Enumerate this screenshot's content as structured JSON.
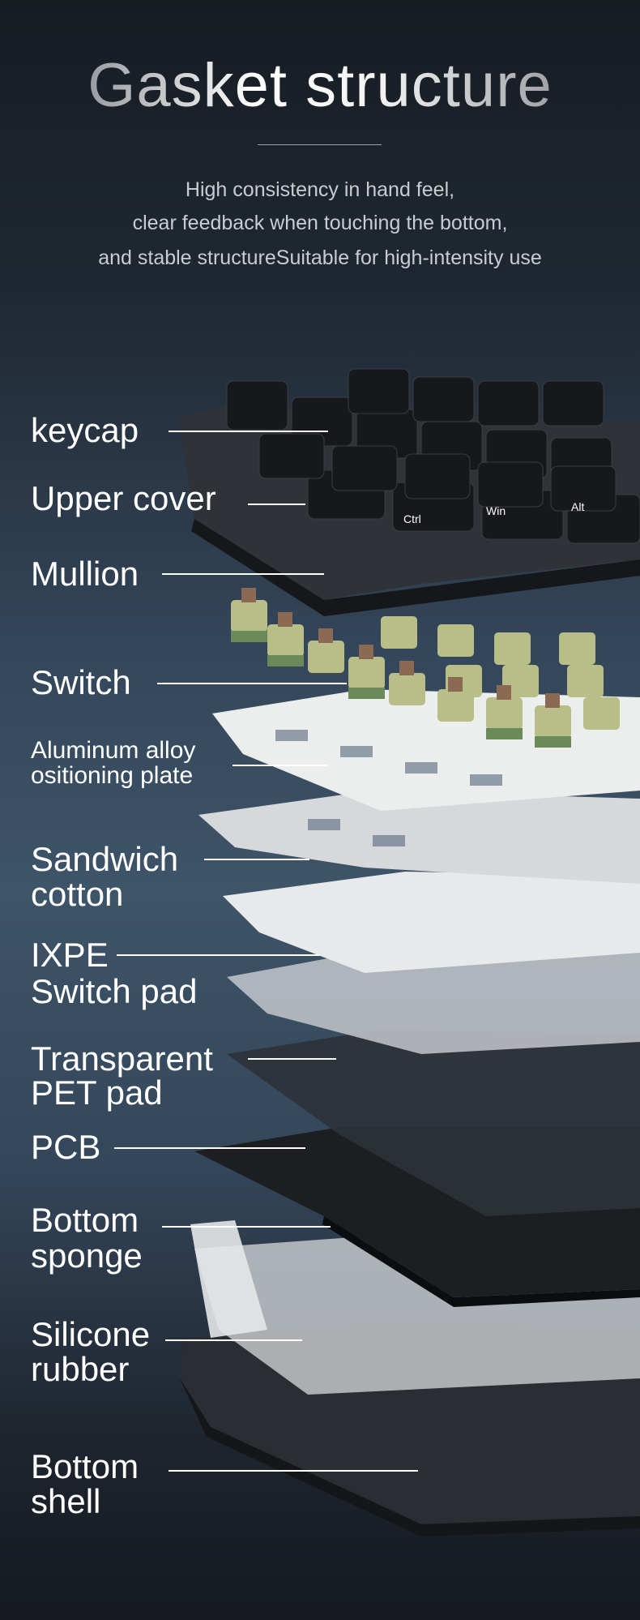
{
  "header": {
    "title": "Gasket structure",
    "subtitle": [
      "High consistency in hand feel,",
      "clear feedback when touching the bottom,",
      "and stable structureSuitable for high-intensity use"
    ]
  },
  "layers": [
    {
      "label": "keycap"
    },
    {
      "label": "Upper cover"
    },
    {
      "label": "Mullion"
    },
    {
      "label": "Switch"
    },
    {
      "label_lines": [
        "Aluminum alloy",
        "ositioning plate"
      ]
    },
    {
      "label_lines": [
        "Sandwich",
        "cotton"
      ]
    },
    {
      "label_lines": [
        "IXPE",
        "Switch pad"
      ]
    },
    {
      "label_lines": [
        "Transparent",
        "PET pad"
      ]
    },
    {
      "label": "PCB"
    },
    {
      "label_lines": [
        "Bottom",
        "sponge"
      ]
    },
    {
      "label_lines": [
        "Silicone",
        "rubber"
      ]
    },
    {
      "label_lines": [
        "Bottom",
        "shell"
      ]
    }
  ],
  "keycap_legends": [
    "Ctrl",
    "Win",
    "Alt"
  ]
}
